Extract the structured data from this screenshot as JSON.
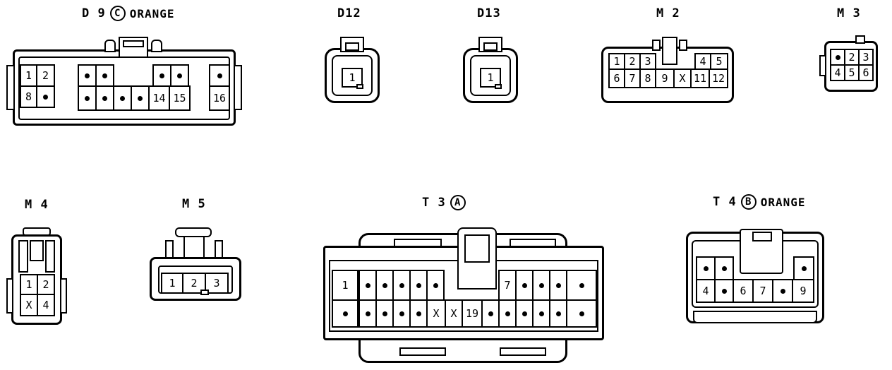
{
  "connectors": {
    "d9": {
      "code": "D 9",
      "variant": "C",
      "color": "ORANGE",
      "pins_top": [
        "1",
        "2",
        "•",
        "•",
        "•",
        "•",
        "•"
      ],
      "pins_bottom": [
        "8",
        "•",
        "•",
        "•",
        "•",
        "•",
        "14",
        "15",
        "16"
      ]
    },
    "d12": {
      "code": "D12",
      "pins": [
        "1"
      ]
    },
    "d13": {
      "code": "D13",
      "pins": [
        "1"
      ]
    },
    "m2": {
      "code": "M 2",
      "pins_top": [
        "1",
        "2",
        "3",
        "4",
        "5"
      ],
      "pins_bottom": [
        "6",
        "7",
        "8",
        "9",
        "X",
        "11",
        "12"
      ]
    },
    "m3": {
      "code": "M 3",
      "pins_top": [
        "•",
        "2",
        "3"
      ],
      "pins_bottom": [
        "4",
        "5",
        "6"
      ]
    },
    "m4": {
      "code": "M 4",
      "pins_top": [
        "1",
        "2"
      ],
      "pins_bottom": [
        "X",
        "4"
      ]
    },
    "m5": {
      "code": "M 5",
      "pins": [
        "1",
        "2",
        "3"
      ]
    },
    "t3": {
      "code": "T 3",
      "variant": "A",
      "pins_top": [
        "1",
        "•",
        "•",
        "•",
        "•",
        "•",
        "7",
        "•",
        "•",
        "•",
        "•"
      ],
      "pins_bottom": [
        "•",
        "•",
        "•",
        "•",
        "•",
        "X",
        "X",
        "19",
        "•",
        "•",
        "•",
        "•",
        "•",
        "•"
      ]
    },
    "t4": {
      "code": "T 4",
      "variant": "B",
      "color": "ORANGE",
      "pins_top": [
        "•",
        "•",
        "•"
      ],
      "pins_bottom": [
        "4",
        "•",
        "6",
        "7",
        "•",
        "9"
      ]
    }
  }
}
